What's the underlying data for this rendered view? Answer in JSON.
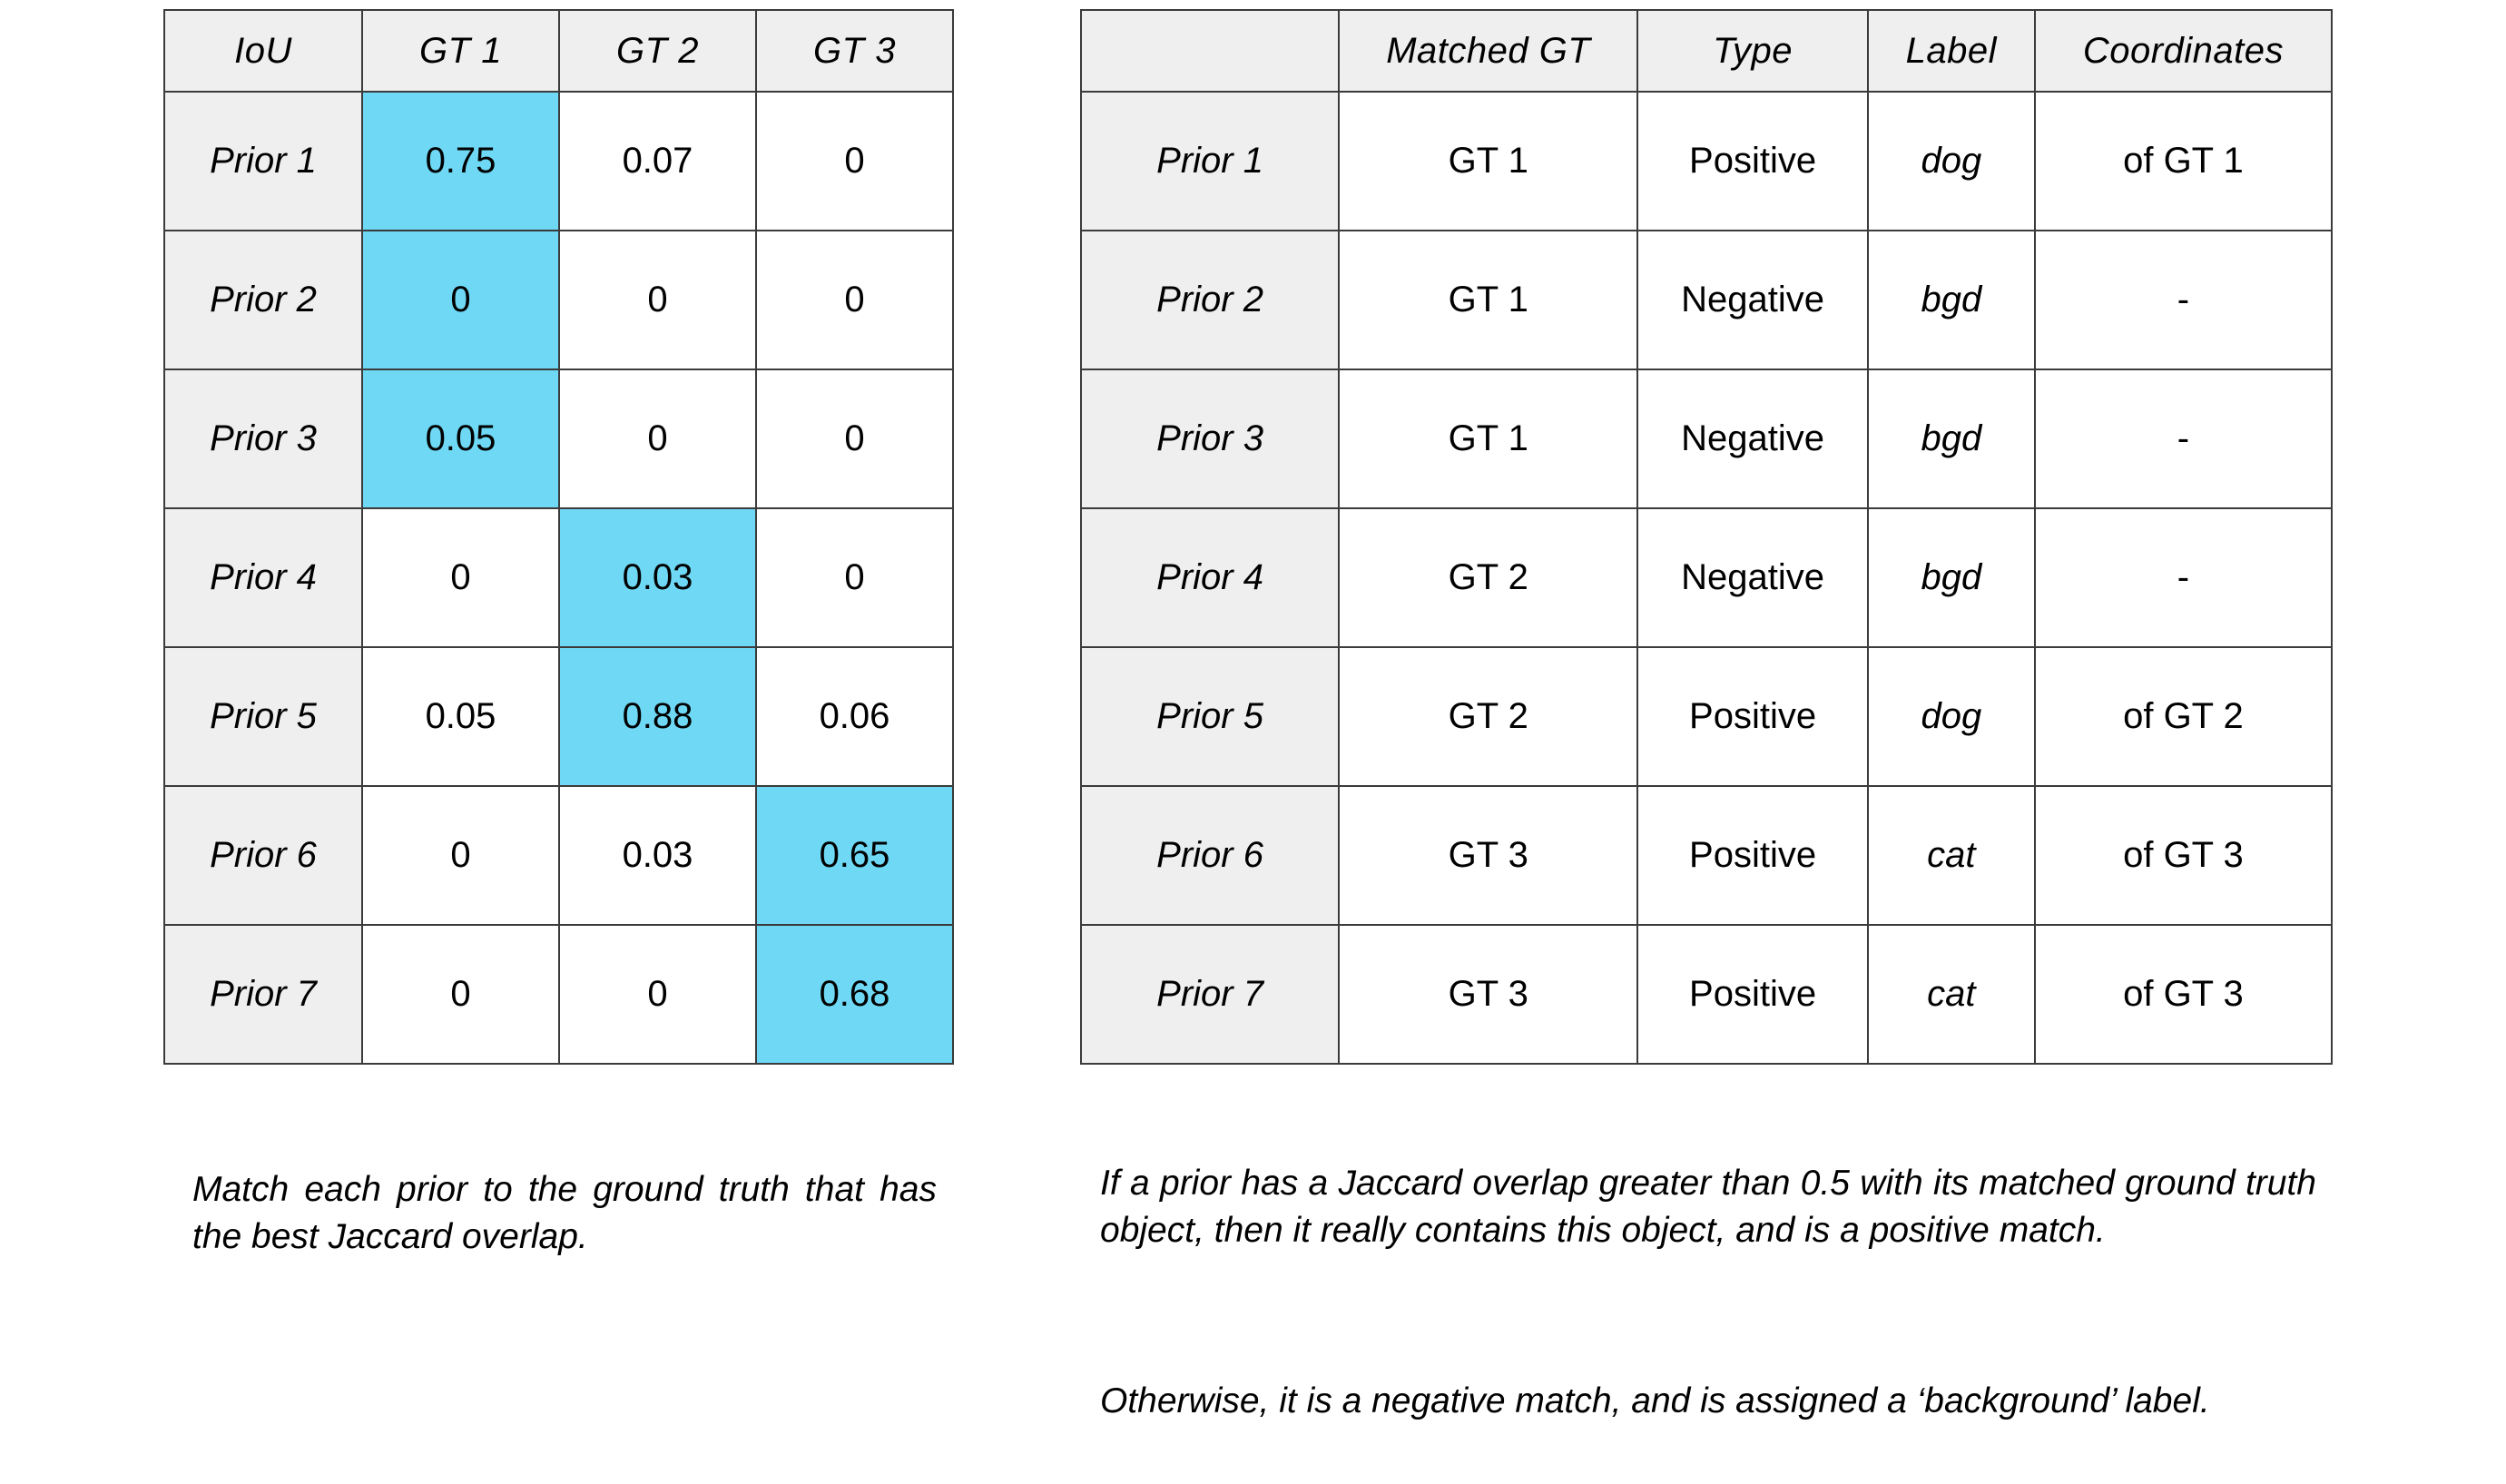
{
  "colors": {
    "highlight": "#6ed8f5",
    "header_bg": "#efefef",
    "border": "#3b3b3b",
    "text": "#000000",
    "page_bg": "#ffffff"
  },
  "iou_table": {
    "name": "IoU matrix between priors and ground truths",
    "corner_label": "IoU",
    "columns": [
      "GT 1",
      "GT 2",
      "GT 3"
    ],
    "rows": [
      {
        "label": "Prior 1",
        "values": [
          "0.75",
          "0.07",
          "0"
        ],
        "highlight": [
          true,
          false,
          false
        ]
      },
      {
        "label": "Prior 2",
        "values": [
          "0",
          "0",
          "0"
        ],
        "highlight": [
          true,
          false,
          false
        ]
      },
      {
        "label": "Prior 3",
        "values": [
          "0.05",
          "0",
          "0"
        ],
        "highlight": [
          true,
          false,
          false
        ]
      },
      {
        "label": "Prior 4",
        "values": [
          "0",
          "0.03",
          "0"
        ],
        "highlight": [
          false,
          true,
          false
        ]
      },
      {
        "label": "Prior 5",
        "values": [
          "0.05",
          "0.88",
          "0.06"
        ],
        "highlight": [
          false,
          true,
          false
        ]
      },
      {
        "label": "Prior 6",
        "values": [
          "0",
          "0.03",
          "0.65"
        ],
        "highlight": [
          false,
          false,
          true
        ]
      },
      {
        "label": "Prior 7",
        "values": [
          "0",
          "0",
          "0.68"
        ],
        "highlight": [
          false,
          false,
          true
        ]
      }
    ]
  },
  "match_table": {
    "name": "Prior matching, type, label and coordinates",
    "corner_label": "",
    "columns": [
      "Matched GT",
      "Type",
      "Label",
      "Coordinates"
    ],
    "rows": [
      {
        "label": "Prior 1",
        "matched_gt": "GT 1",
        "type": "Positive",
        "class_label": "dog",
        "coordinates": "of GT 1"
      },
      {
        "label": "Prior 2",
        "matched_gt": "GT 1",
        "type": "Negative",
        "class_label": "bgd",
        "coordinates": "-"
      },
      {
        "label": "Prior 3",
        "matched_gt": "GT 1",
        "type": "Negative",
        "class_label": "bgd",
        "coordinates": "-"
      },
      {
        "label": "Prior 4",
        "matched_gt": "GT 2",
        "type": "Negative",
        "class_label": "bgd",
        "coordinates": "-"
      },
      {
        "label": "Prior 5",
        "matched_gt": "GT 2",
        "type": "Positive",
        "class_label": "dog",
        "coordinates": "of GT 2"
      },
      {
        "label": "Prior 6",
        "matched_gt": "GT 3",
        "type": "Positive",
        "class_label": "cat",
        "coordinates": "of GT 3"
      },
      {
        "label": "Prior 7",
        "matched_gt": "GT 3",
        "type": "Positive",
        "class_label": "cat",
        "coordinates": "of GT 3"
      }
    ]
  },
  "captions": {
    "left": "Match each prior to the ground truth that has the best Jaccard overlap.",
    "right_1": "If a prior has a Jaccard overlap greater than 0.5 with its matched ground truth object, then it really contains this object, and is a positive match.",
    "right_2": "Otherwise, it is a negative match, and is assigned a ‘background’ label."
  }
}
